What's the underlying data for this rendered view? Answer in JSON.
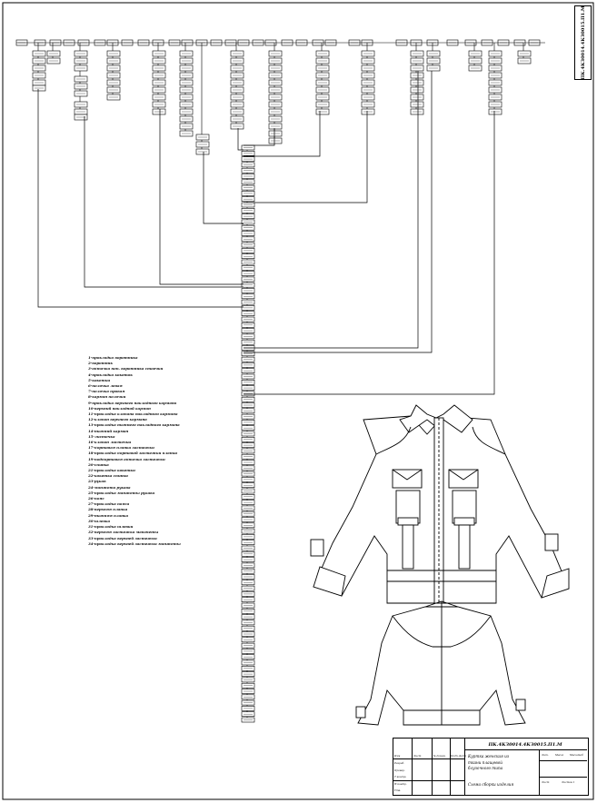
{
  "document": {
    "type": "technical-drawing",
    "description_free": true
  },
  "legend": {
    "items": [
      "1-прокладка воротника",
      "2-воротник",
      "3-обтачка поп. воротника стоечки",
      "4-прокладка кокеток",
      "5-кокетки",
      "6-полочка левая",
      "7-полочка правая",
      "8-карман полочки",
      "9-прокладка верхнего накладного кармана",
      "10-верхний накладной карман",
      "11-прокладка клапана накладного кармана",
      "12-клапан верхнего кармана",
      "13-прокладка нижнего накладного кармана",
      "14-нижний карман",
      "15-листочка",
      "16-клапан листочки",
      "17-бортовая планка застежки",
      "18-прокладка бортовой застежки планки",
      "19-подбортовая обтачка застежки",
      "20-спинка",
      "21-прокладка кокетки",
      "22-кокетка спинки",
      "23-рукав",
      "24-манжета рукава",
      "25-прокладка манжеты рукава",
      "26-пояс",
      "27-прокладка пояса",
      "28-верхняя планка",
      "29-нижняя планка",
      "30-шлевка",
      "31-прокладка шлевки",
      "32-верхняя застежка манжеты",
      "33-прокладка верхней застежки",
      "34-прокладка верхней застежки манжеты"
    ]
  },
  "stamp_vertical": "ПК.4КЗ0014.4КЗ0015.П1.М",
  "title_block": {
    "code": "ПК.4КЗ0014.4КЗ0015.П1.М",
    "name_lines": [
      "Куртка женская из",
      "ткани плащевой",
      "блузочного типа"
    ],
    "sheet_name": "Схема сборки изделия",
    "col_labels": [
      "Изм",
      "Лист",
      "№ докум.",
      "Подп.",
      "Дата"
    ],
    "row_labels": [
      "Разраб.",
      "Провер.",
      "Т.контр.",
      "Н.контр.",
      "Утв."
    ],
    "right_labels": [
      "Лит.",
      "Масса",
      "Масштаб",
      "Лист",
      "Листов 1"
    ]
  },
  "colors": {
    "ink": "#000000",
    "paper": "#ffffff"
  }
}
